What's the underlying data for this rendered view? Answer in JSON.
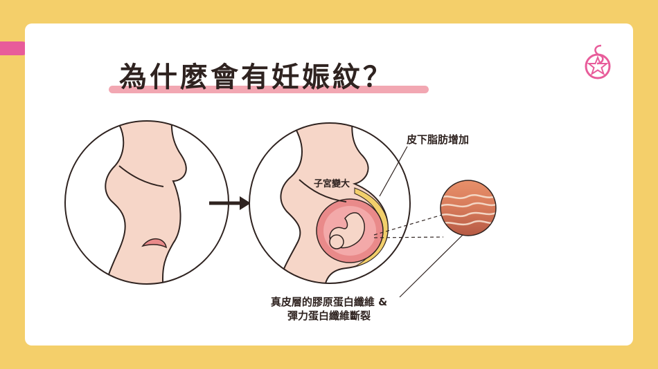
{
  "title": "為什麼會有妊娠紋？",
  "labels": {
    "subcutaneous_fat": "皮下脂肪增加",
    "uterus": "子宮變大",
    "dermis_line1": "真皮層的膠原蛋白纖維 &",
    "dermis_line2": "彈力蛋白纖維斷裂"
  },
  "icons": {
    "logo": "star-logo-icon",
    "arrow": "arrow-right-icon"
  },
  "colors": {
    "background": "#f4cf6a",
    "card": "#ffffff",
    "skin": "#f6d6c8",
    "outline": "#2f2320",
    "uterus": "#e98a8a",
    "fat_layer": "#f2cf6b",
    "accent_pink": "#e85c9a",
    "title_underline": "#f2a7b2"
  }
}
